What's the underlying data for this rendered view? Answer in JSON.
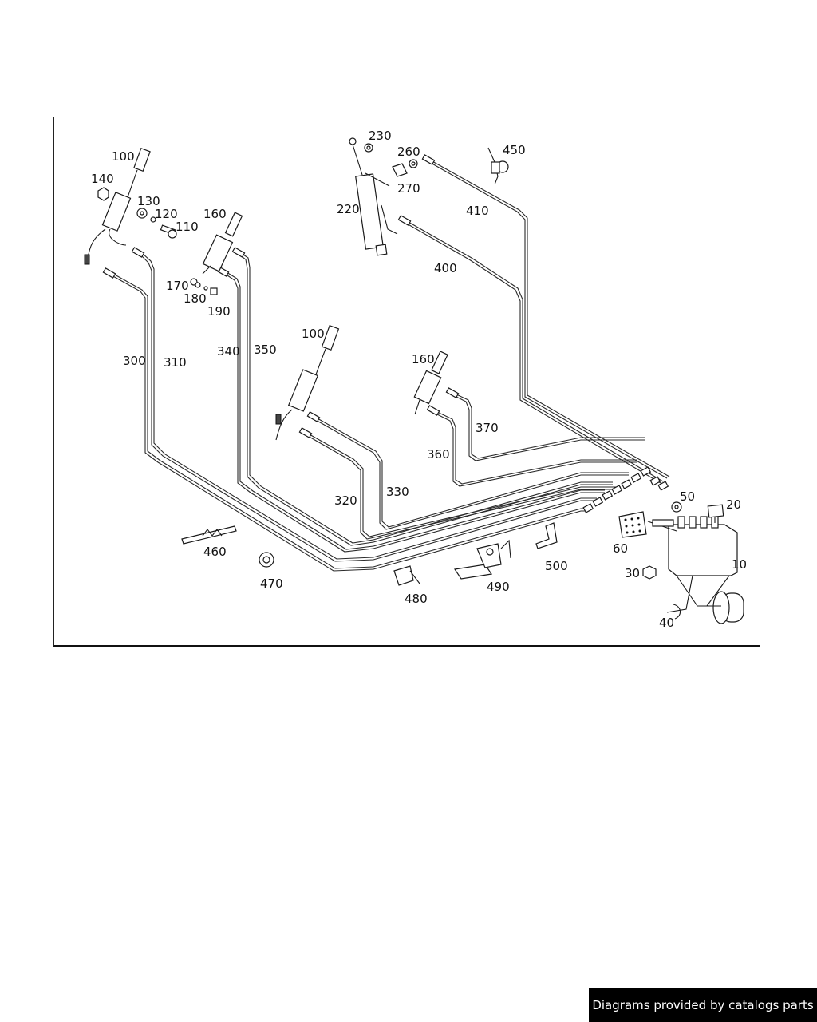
{
  "labels": {
    "l100a": "100",
    "l140": "140",
    "l130": "130",
    "l120": "120",
    "l110": "110",
    "l160a": "160",
    "l170": "170",
    "l180": "180",
    "l190": "190",
    "l220": "220",
    "l230": "230",
    "l260": "260",
    "l270": "270",
    "l450": "450",
    "l410": "410",
    "l400": "400",
    "l300": "300",
    "l310": "310",
    "l340": "340",
    "l350": "350",
    "l100b": "100",
    "l160b": "160",
    "l370": "370",
    "l360": "360",
    "l320": "320",
    "l330": "330",
    "l50": "50",
    "l20": "20",
    "l60": "60",
    "l10": "10",
    "l30": "30",
    "l40": "40",
    "l460": "460",
    "l470": "470",
    "l480": "480",
    "l490": "490",
    "l500": "500"
  },
  "footer": {
    "credit": "Diagrams provided by catalogs parts"
  }
}
